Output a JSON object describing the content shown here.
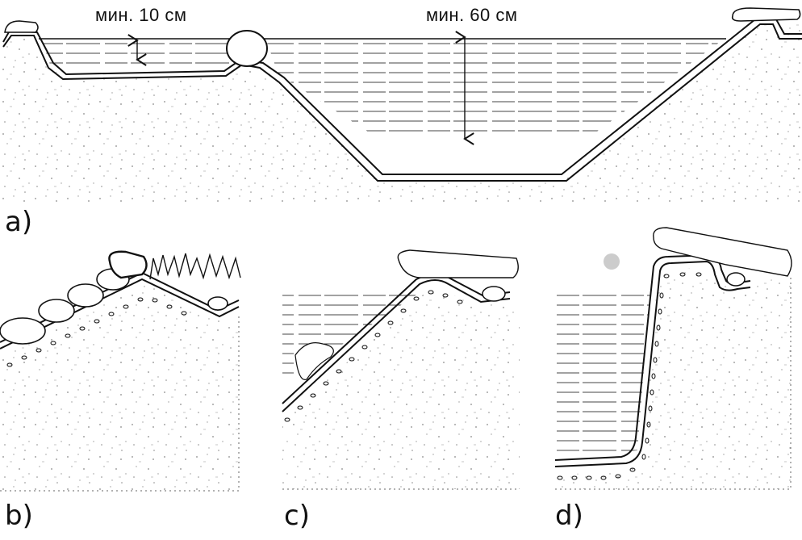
{
  "diagram": {
    "panels": [
      {
        "id": "a",
        "label": "a)"
      },
      {
        "id": "b",
        "label": "b)"
      },
      {
        "id": "c",
        "label": "c)"
      },
      {
        "id": "d",
        "label": "d)"
      }
    ],
    "dimensions": {
      "shallow_depth": "мин. 10 см",
      "deep_depth": "мин. 60 см"
    },
    "colors": {
      "ink": "#111111",
      "soil_speckle": "#777777",
      "background": "#ffffff"
    }
  }
}
